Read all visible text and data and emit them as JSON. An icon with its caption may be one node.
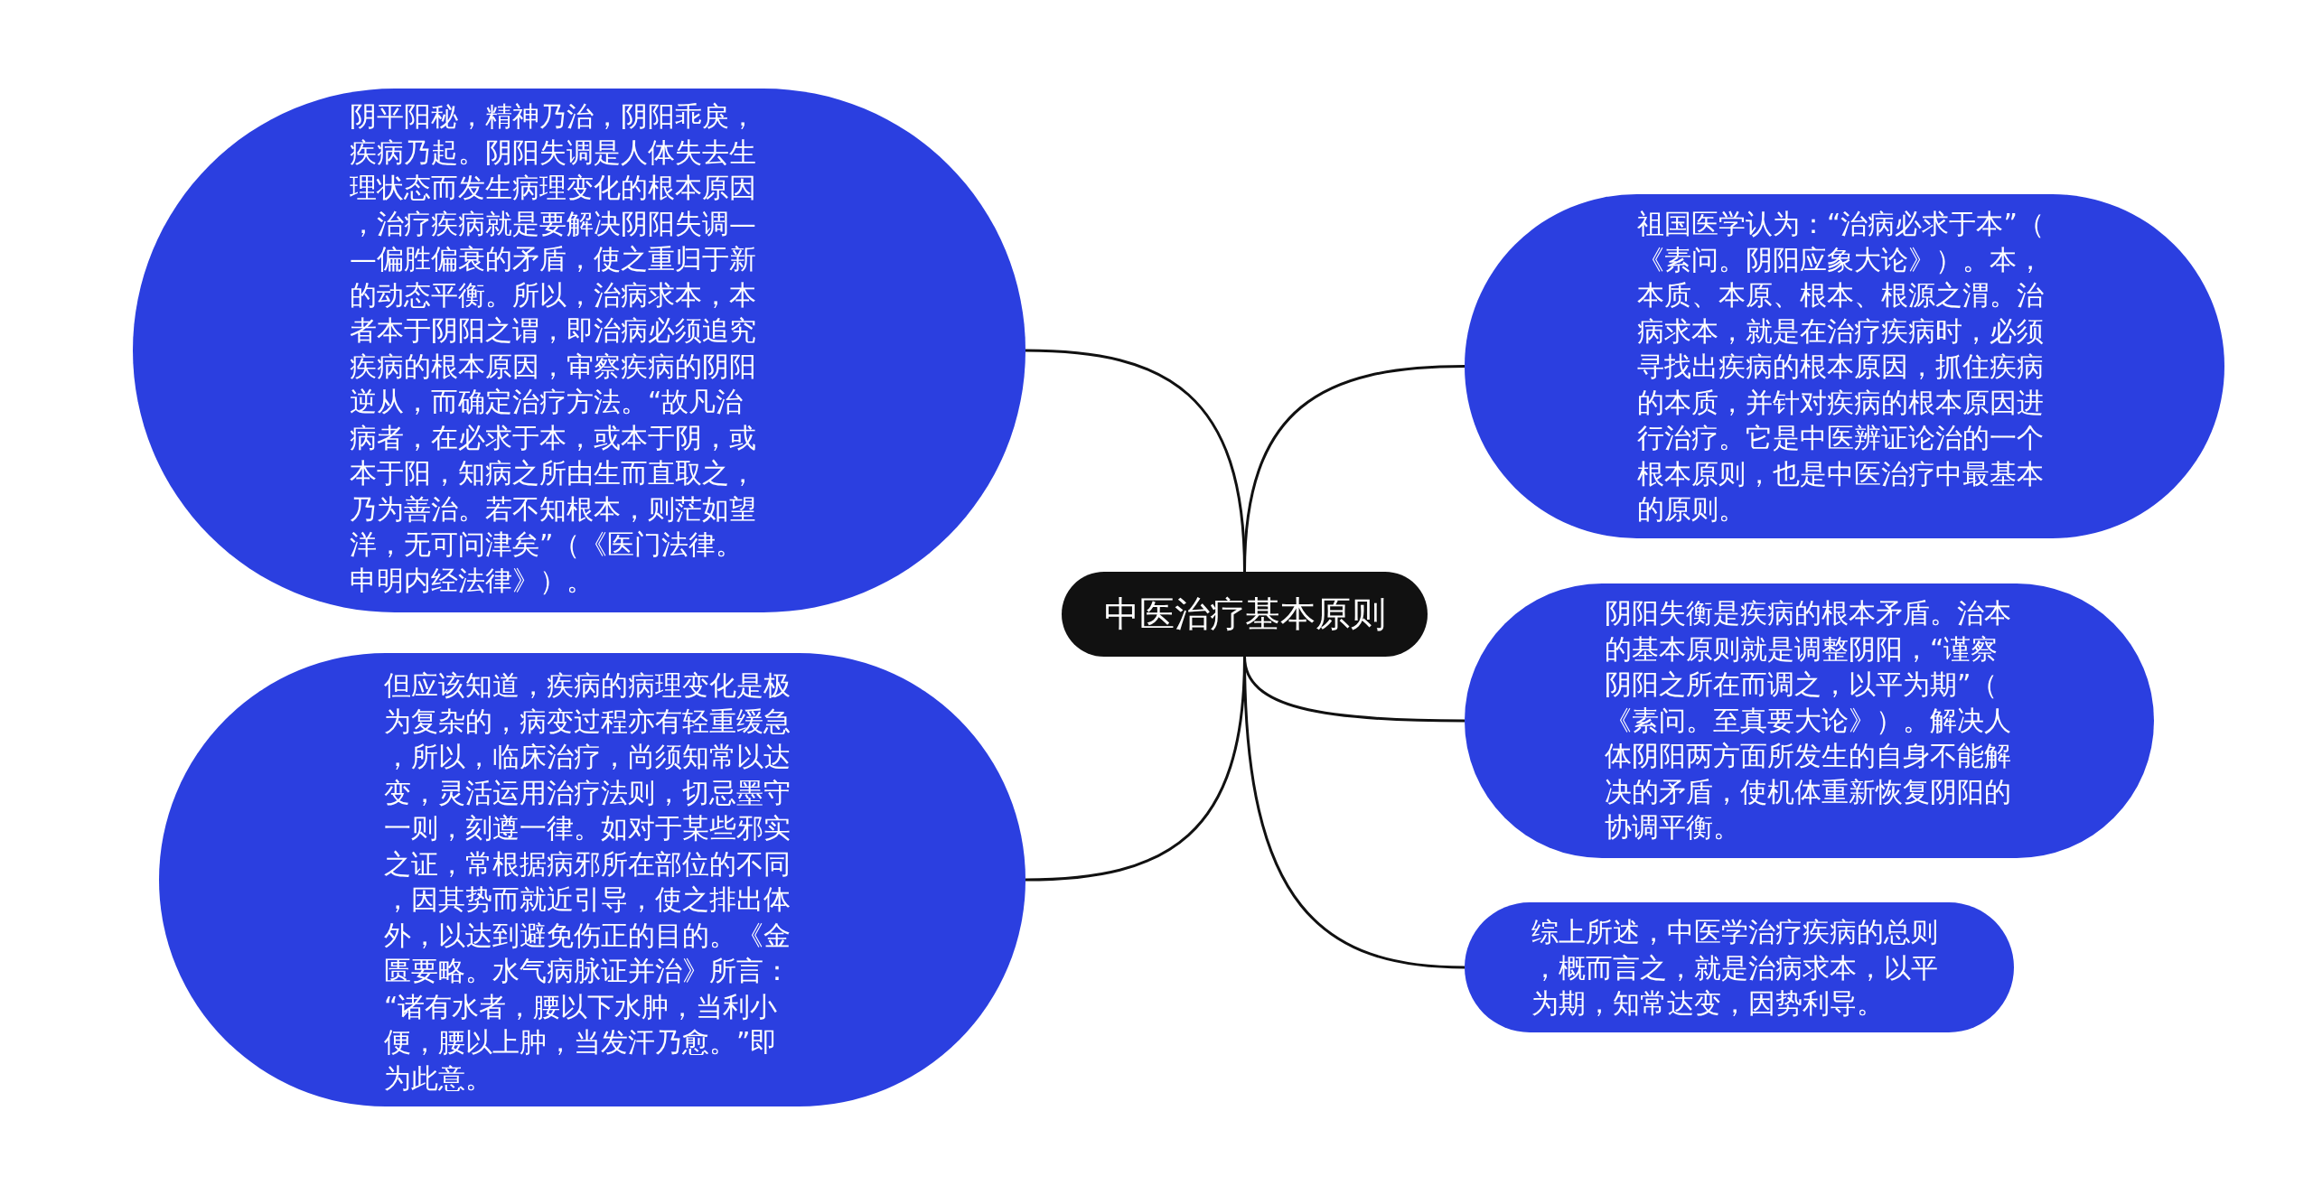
{
  "diagram": {
    "nodes": [
      {
        "text": [
          "中医治疗基本原则"
        ]
      },
      {
        "text": [
          "阴平阳秘，精神乃治，阴阳乖戾，疾病乃起。阴阳失调是人体失去生理状态而发生病理变化的根本原因，治疗疾病就是要解决阴阳失调——偏胜偏衰的矛盾，使之重归于新的动态平衡。所以，治病求本，本者本于阴阳之谓，即治病必须追究疾病的根本原因，审察疾病的阴阳逆从，而确定治疗方法。“故凡治病者，在必求于本，或本于阴，或本于阳，知病之所由生而直取之，乃为善治。若不知根本，则茫如望洋，无可问津矣”（《医门法律。申明内经法律》）。"
        ]
      },
      {
        "text": [
          "但应该知道，疾病的病理变化是极为复杂的，病变过程亦有轻重缓急，所以，临床治疗，尚须知常以达变，灵活运用治疗法则，切忌墨守一则，刻遵一律。如对于某些邪实之证，常根据病邪所在部位的不同，因其势而就近引导，使之排出体外，以达到避免伤正的目的。《金匮要略。水气病脉证并治》所言：“诸有水者，腰以下水肿，当利小便，腰以上肿，当发汗乃愈。”即为此意。"
        ]
      },
      {
        "text": [
          "祖国医学认为：“治病必求于本”（《素问。阴阳应象大论》）。本，本质、本原、根本、根源之渭。治病求本，就是在治疗疾病时，必须寻找出疾病的根本原因，抓住疾病的本质，并针对疾病的根本原因进行治疗。它是中医辨证论治的一个根本原则，也是中医治疗中最基本的原则。"
        ]
      },
      {
        "text": [
          "阴阳失衡是疾病的根本矛盾。治本的基本原则就是调整阴阳，“谨察阴阳之所在而调之，以平为期”（《素问。至真要大论》）。解决人体阴阳两方面所发生的自身不能解决的矛盾，使机体重新恢复阴阳的协调平衡。"
        ]
      },
      {
        "text": [
          "综上所述，中医学治疗疾病的总则，概而言之，就是治病求本，以平为期，知常达变，因势利导。"
        ]
      }
    ],
    "edges": [
      {
        "from": 0,
        "to": 1,
        "arrow": "none"
      },
      {
        "from": 0,
        "to": 2,
        "arrow": "none"
      },
      {
        "from": 0,
        "to": 3,
        "arrow": "none"
      },
      {
        "from": 0,
        "to": 4,
        "arrow": "none"
      },
      {
        "from": 0,
        "to": 5,
        "arrow": "none"
      }
    ]
  }
}
